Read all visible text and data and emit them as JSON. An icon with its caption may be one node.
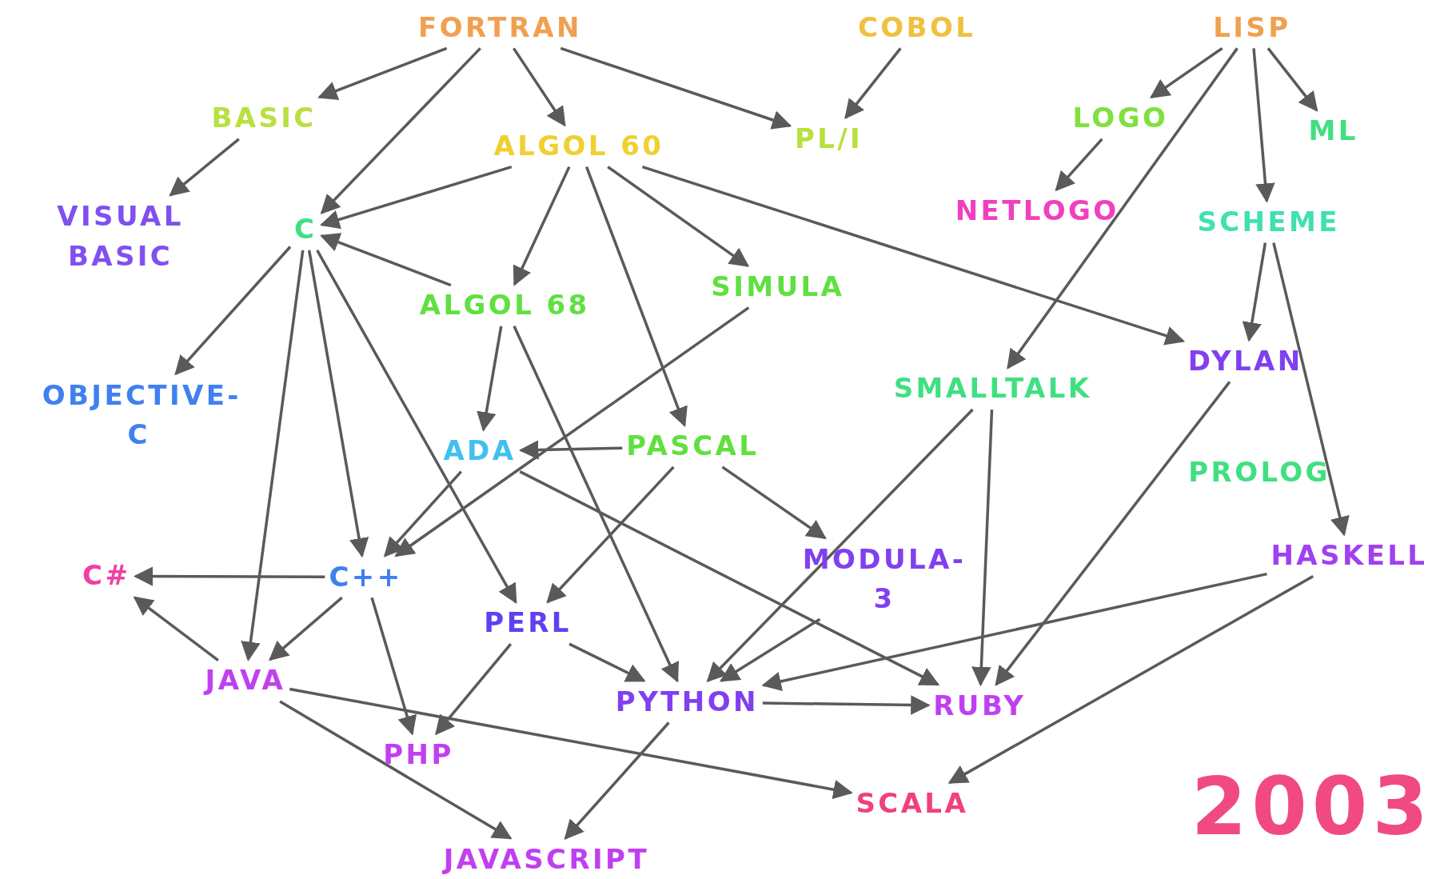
{
  "diagram": {
    "nodes": [
      {
        "text": [
          "FORTRAN"
        ]
      },
      {
        "text": [
          "COBOL"
        ]
      },
      {
        "text": [
          "LISP"
        ]
      },
      {
        "text": [
          "BASIC"
        ]
      },
      {
        "text": [
          "ALGOL 60"
        ]
      },
      {
        "text": [
          "PL/I"
        ]
      },
      {
        "text": [
          "LOGO"
        ]
      },
      {
        "text": [
          "ML"
        ]
      },
      {
        "text": [
          "VISUAL BASIC"
        ]
      },
      {
        "text": [
          "C"
        ]
      },
      {
        "text": [
          "NETLOGO"
        ]
      },
      {
        "text": [
          "SCHEME"
        ]
      },
      {
        "text": [
          "ALGOL 68"
        ]
      },
      {
        "text": [
          "SIMULA"
        ]
      },
      {
        "text": [
          "DYLAN"
        ]
      },
      {
        "text": [
          "OBJECTIVE-C"
        ]
      },
      {
        "text": [
          "SMALLTALK"
        ]
      },
      {
        "text": [
          "ADA"
        ]
      },
      {
        "text": [
          "PASCAL"
        ]
      },
      {
        "text": [
          "PROLOG"
        ]
      },
      {
        "text": [
          "MODULA-3"
        ]
      },
      {
        "text": [
          "HASKELL"
        ]
      },
      {
        "text": [
          "C#"
        ]
      },
      {
        "text": [
          "C++"
        ]
      },
      {
        "text": [
          "PERL"
        ]
      },
      {
        "text": [
          "JAVA"
        ]
      },
      {
        "text": [
          "PYTHON"
        ]
      },
      {
        "text": [
          "RUBY"
        ]
      },
      {
        "text": [
          "PHP"
        ]
      },
      {
        "text": [
          "SCALA"
        ]
      },
      {
        "text": [
          "JAVASCRIPT"
        ]
      }
    ],
    "edges": [
      {
        "from": 0,
        "to": 3,
        "arrow": "to"
      },
      {
        "from": 0,
        "to": 9,
        "arrow": "to"
      },
      {
        "from": 0,
        "to": 4,
        "arrow": "to"
      },
      {
        "from": 0,
        "to": 5,
        "arrow": "to"
      },
      {
        "from": 1,
        "to": 5,
        "arrow": "to"
      },
      {
        "from": 2,
        "to": 6,
        "arrow": "to"
      },
      {
        "from": 2,
        "to": 7,
        "arrow": "to"
      },
      {
        "from": 2,
        "to": 11,
        "arrow": "to"
      },
      {
        "from": 2,
        "to": 16,
        "arrow": "to"
      },
      {
        "from": 3,
        "to": 8,
        "arrow": "to"
      },
      {
        "from": 4,
        "to": 9,
        "arrow": "to"
      },
      {
        "from": 4,
        "to": 12,
        "arrow": "to"
      },
      {
        "from": 4,
        "to": 18,
        "arrow": "to"
      },
      {
        "from": 4,
        "to": 13,
        "arrow": "to"
      },
      {
        "from": 4,
        "to": 14,
        "arrow": "to"
      },
      {
        "from": 6,
        "to": 10,
        "arrow": "to"
      },
      {
        "from": 11,
        "to": 14,
        "arrow": "to"
      },
      {
        "from": 11,
        "to": 21,
        "arrow": "to"
      },
      {
        "from": 9,
        "to": 15,
        "arrow": "to"
      },
      {
        "from": 9,
        "to": 25,
        "arrow": "to"
      },
      {
        "from": 9,
        "to": 23,
        "arrow": "to"
      },
      {
        "from": 9,
        "to": 24,
        "arrow": "to"
      },
      {
        "from": 12,
        "to": 9,
        "arrow": "to"
      },
      {
        "from": 12,
        "to": 17,
        "arrow": "to"
      },
      {
        "from": 12,
        "to": 26,
        "arrow": "to"
      },
      {
        "from": 13,
        "to": 23,
        "arrow": "to"
      },
      {
        "from": 18,
        "to": 17,
        "arrow": "to"
      },
      {
        "from": 18,
        "to": 24,
        "arrow": "to"
      },
      {
        "from": 18,
        "to": 20,
        "arrow": "to"
      },
      {
        "from": 17,
        "to": 23,
        "arrow": "to"
      },
      {
        "from": 17,
        "to": 27,
        "arrow": "to"
      },
      {
        "from": 16,
        "to": 26,
        "arrow": "to"
      },
      {
        "from": 16,
        "to": 27,
        "arrow": "to"
      },
      {
        "from": 14,
        "to": 27,
        "arrow": "to"
      },
      {
        "from": 20,
        "to": 26,
        "arrow": "to"
      },
      {
        "from": 21,
        "to": 26,
        "arrow": "to"
      },
      {
        "from": 21,
        "to": 29,
        "arrow": "to"
      },
      {
        "from": 23,
        "to": 22,
        "arrow": "to"
      },
      {
        "from": 23,
        "to": 25,
        "arrow": "to"
      },
      {
        "from": 23,
        "to": 28,
        "arrow": "to"
      },
      {
        "from": 25,
        "to": 22,
        "arrow": "to"
      },
      {
        "from": 25,
        "to": 29,
        "arrow": "to"
      },
      {
        "from": 25,
        "to": 30,
        "arrow": "to"
      },
      {
        "from": 24,
        "to": 28,
        "arrow": "to"
      },
      {
        "from": 24,
        "to": 26,
        "arrow": "to"
      },
      {
        "from": 26,
        "to": 27,
        "arrow": "to"
      },
      {
        "from": 26,
        "to": 30,
        "arrow": "to"
      }
    ],
    "labels": [
      "2003"
    ]
  }
}
